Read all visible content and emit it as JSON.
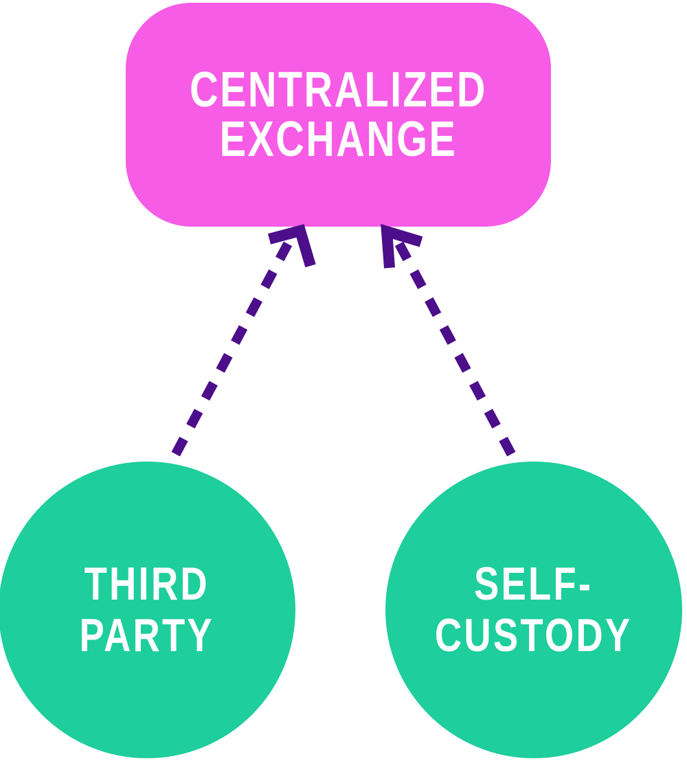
{
  "colors": {
    "exchange_pink": "#F65CE5",
    "node_green": "#1ECE9C",
    "arrow_purple": "#4C0E8A",
    "label_white": "#FFFFFF"
  },
  "exchange": {
    "line1": "CENTRALIZED",
    "line2": "EXCHANGE"
  },
  "nodes": [
    {
      "id": "third-party",
      "line1": "THIRD",
      "line2": "PARTY"
    },
    {
      "id": "self-custody",
      "line1": "SELF-",
      "line2": "CUSTODY"
    }
  ],
  "arrows": [
    {
      "from": "third-party",
      "to": "centralized-exchange",
      "style": "dashed",
      "direction": "up"
    },
    {
      "from": "self-custody",
      "to": "centralized-exchange",
      "style": "dashed",
      "direction": "up"
    }
  ]
}
